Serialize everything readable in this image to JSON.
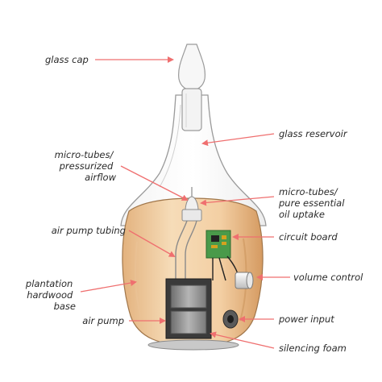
{
  "colors": {
    "arrow": "#ef6f6f",
    "base_wood": "#f3cfa3",
    "base_shade": "#d9a26b",
    "glass_outline": "#9a9a9a",
    "circuit_board": "#4a9a4a",
    "pump_body": "#8c8c8c",
    "silencing_foam": "#3a3a3a"
  },
  "labels": {
    "glass_cap": "glass cap",
    "glass_reservoir": "glass reservoir",
    "micro_tubes_airflow": [
      "micro-tubes/",
      "pressurized",
      "airflow"
    ],
    "micro_tubes_oil": [
      "micro-tubes/",
      "pure essential",
      "oil uptake"
    ],
    "air_pump_tubing": "air pump tubing",
    "circuit_board": "circuit board",
    "plantation_base": [
      "plantation",
      "hardwood",
      "base"
    ],
    "volume_control": "volume control",
    "air_pump": "air pump",
    "power_input": "power input",
    "silencing_foam": "silencing foam"
  }
}
